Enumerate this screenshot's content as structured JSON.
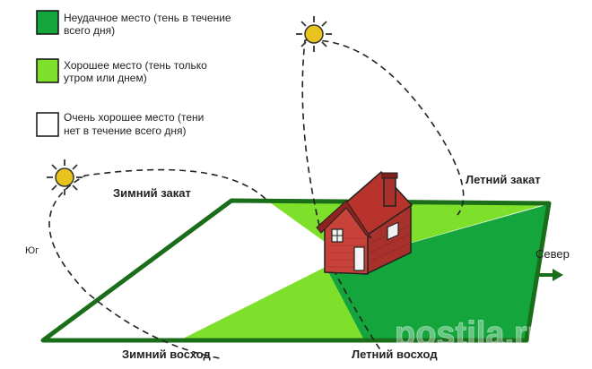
{
  "legend": [
    {
      "line1": "Неудачное место (тень в течение",
      "line2": "всего дня)",
      "color": "#14a63d"
    },
    {
      "line1": "Хорошее место (тень только",
      "line2": "утром или днем)",
      "color": "#7ee02a"
    },
    {
      "line1": "Очень хорошее место (тени",
      "line2": "нет в течение всего дня)",
      "color": "#ffffff"
    }
  ],
  "labels": {
    "winter_sunset": "Зимний закат",
    "summer_sunset": "Летний закат",
    "south": "Юг",
    "north": "Север",
    "winter_sunrise": "Зимний восход",
    "summer_sunrise": "Летний восход"
  },
  "watermark": "postila.ru",
  "colors": {
    "bad": "#14a63d",
    "good": "#7ee02a",
    "outline": "#1a6e1a",
    "brick": "#c8423a",
    "roof": "#b8332b",
    "sun": "#e8c31c"
  },
  "icons": [
    "sun-icon",
    "house-icon",
    "north-arrow-icon"
  ]
}
